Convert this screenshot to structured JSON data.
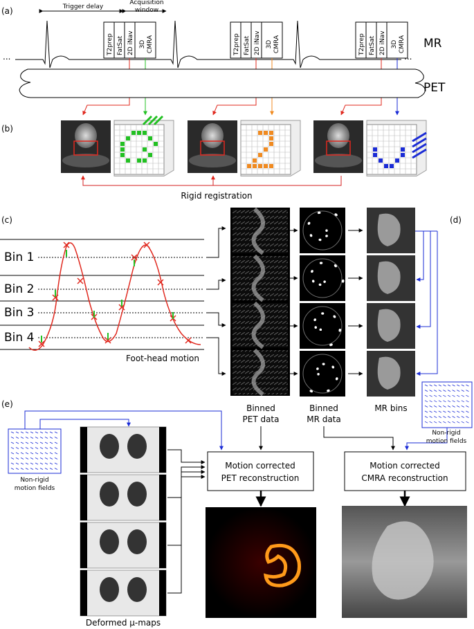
{
  "panels": {
    "a": "(a)",
    "b": "(b)",
    "c": "(c)",
    "d": "(d)",
    "e": "(e)"
  },
  "timing": {
    "trigger_delay": "Trigger delay",
    "acq_line1": "Acquisition",
    "acq_line2": "window",
    "blocks": [
      "T2prep",
      "FatSat",
      "2D iNav"
    ],
    "cmra_line1": "3D",
    "cmra_line2": "CMRA",
    "mr": "MR",
    "pet": "PET",
    "ellipsis": "..."
  },
  "registration": "Rigid registration",
  "motion": {
    "bins": [
      "Bin 1",
      "Bin 2",
      "Bin 3",
      "Bin 4"
    ],
    "caption": "Foot-head motion"
  },
  "columns": {
    "pet_line1": "Binned",
    "pet_line2": "PET data",
    "mr_line1": "Binned",
    "mr_line2": "MR data",
    "mrbins": "MR bins"
  },
  "recon": {
    "nonrigid_line1": "Non-rigid",
    "nonrigid_line2": "motion fields",
    "pet_box_line1": "Motion corrected",
    "pet_box_line2": "PET reconstruction",
    "cmra_box_line1": "Motion corrected",
    "cmra_box_line2": "CMRA reconstruction",
    "mumaps": "Deformed μ-maps"
  },
  "colors": {
    "red": "#e0281e",
    "green": "#22c022",
    "orange": "#f08a20",
    "blue": "#1a2bd6",
    "registration_line": "#d62020"
  }
}
